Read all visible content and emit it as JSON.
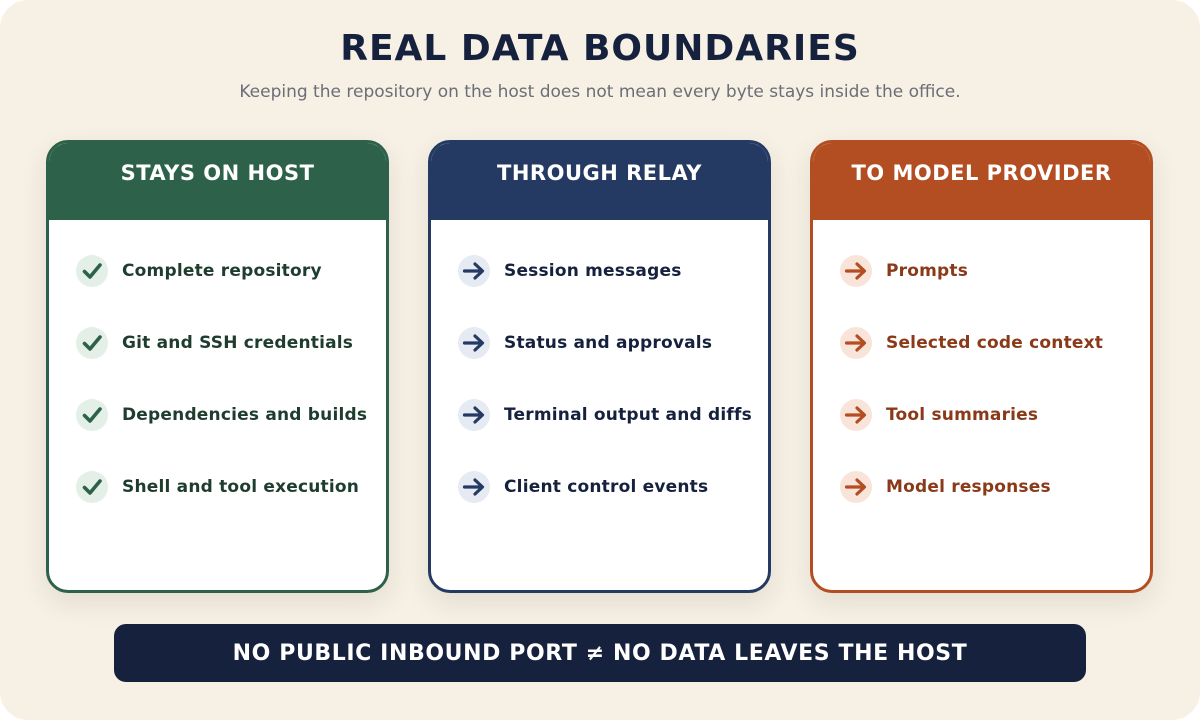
{
  "title": "REAL DATA BOUNDARIES",
  "subtitle": "Keeping the repository on the host does not mean every byte stays inside the office.",
  "colors": {
    "background": "#f6f0e5",
    "title": "#16213e",
    "subtitle": "#6b6e76",
    "banner": "#16213e"
  },
  "columns": [
    {
      "title": "STAYS ON HOST",
      "icon": "check-icon",
      "accent": "#2d6149",
      "badge_bg": "#e3efe7",
      "text_color": "#1e3d2f",
      "items": [
        "Complete repository",
        "Git and SSH credentials",
        "Dependencies and builds",
        "Shell and tool execution"
      ]
    },
    {
      "title": "THROUGH RELAY",
      "icon": "arrow-right-icon",
      "accent": "#243a62",
      "badge_bg": "#e6ebf3",
      "text_color": "#16213e",
      "items": [
        "Session messages",
        "Status and approvals",
        "Terminal output and diffs",
        "Client control events"
      ]
    },
    {
      "title": "TO MODEL PROVIDER",
      "icon": "arrow-right-icon",
      "accent": "#b34e22",
      "badge_bg": "#f9e4d9",
      "text_color": "#8a3a18",
      "items": [
        "Prompts",
        "Selected code context",
        "Tool summaries",
        "Model responses"
      ]
    }
  ],
  "banner": "NO PUBLIC INBOUND PORT ≠ NO DATA LEAVES THE HOST"
}
